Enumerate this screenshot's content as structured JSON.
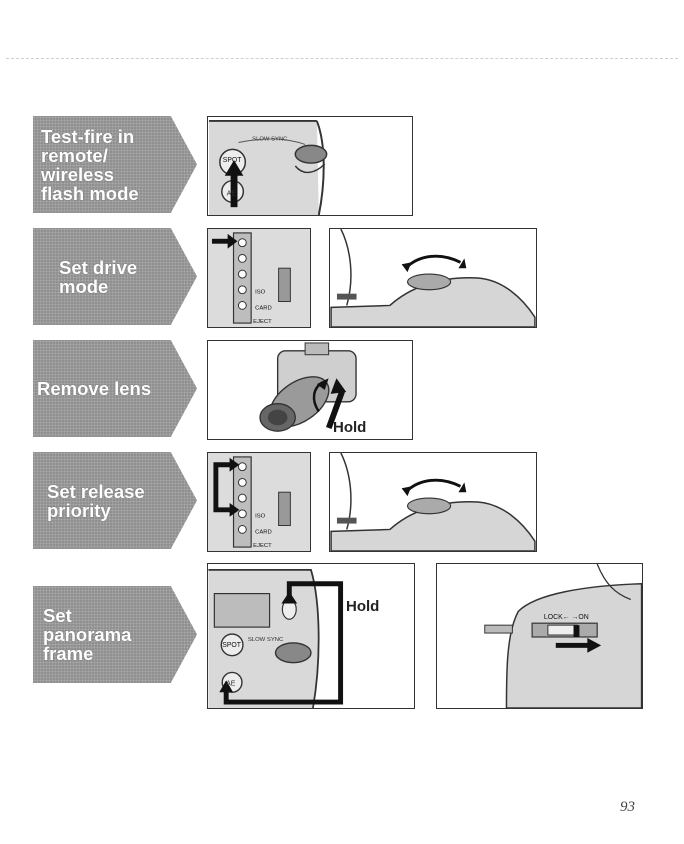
{
  "steps": [
    {
      "label": "Test-fire in\nremote/\nwireless\nflash mode"
    },
    {
      "label": "Set drive\nmode"
    },
    {
      "label": "Remove lens"
    },
    {
      "label": "Set release\npriority"
    },
    {
      "label": "Set\npanorama\nframe"
    }
  ],
  "illustrations": {
    "spot_label": "SPOT",
    "slow_sync_label": "SLOW SYNC",
    "ae_label": "AE",
    "iso_label": "ISO",
    "card_label": "CARD",
    "eject_label": "EJECT",
    "remove_lens_hold": "Hold",
    "panorama_hold": "Hold",
    "lock_switch_label": "LOCK← →ON"
  },
  "page_number": "93"
}
